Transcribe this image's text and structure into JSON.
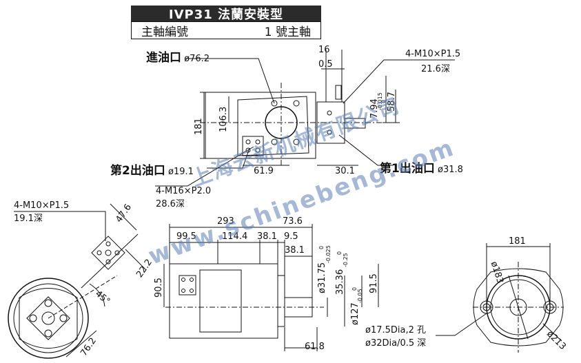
{
  "header": {
    "model": "IVP31 法蘭安裝型",
    "spindle_label": "主軸編號",
    "spindle_value": "1 號主軸"
  },
  "top_view": {
    "inlet": {
      "name": "進油口",
      "dia": "ø76.2"
    },
    "outlet2": {
      "name": "第2出油口",
      "dia": "ø19.1"
    },
    "outlet1": {
      "name": "第1出油口",
      "dia": "ø31.8"
    },
    "thread1": "4-M10×P1.5",
    "thread1_depth": "21.6深",
    "thread2": "4-M16×P2.0",
    "thread2_depth": "28.6深",
    "d16": "16",
    "d05": "0.5",
    "d181": "181",
    "d1063": "106.3",
    "d619": "61.9",
    "d301": "30.1",
    "d794": "7.94",
    "d794_tol_up": "0",
    "d794_tol_low": "-0.015",
    "d587": "58.7"
  },
  "left_view": {
    "thread": "4-M10×P1.5",
    "depth": "19.1深",
    "d476": "47.6",
    "d222": "22.2",
    "angle": "45°",
    "d762": "76.2"
  },
  "side_view": {
    "d293": "293",
    "d736": "73.6",
    "d995": "99.5",
    "d1144": "114.4",
    "d381a": "38.1",
    "d95": "9.5",
    "d381b": "38.1",
    "d905": "90.5",
    "d3175": "ø31.75",
    "d3175_tol_up": "0",
    "d3175_tol_low": "-0.025",
    "d3536": "35.36",
    "d3536_tol_up": "0",
    "d3536_tol_low": "-0.25",
    "d127": "ø127",
    "d127_tol_up": "0",
    "d127_tol_low": "-0.05",
    "d915": "91.5",
    "d618": "61.8"
  },
  "right_view": {
    "d181": "181",
    "d183": "ø183",
    "d213": "ø213",
    "hole1": "ø17.5Dia,2 孔",
    "hole2": "ø32Dia/0.5 深"
  },
  "watermark": {
    "line1": "上海云新机械有限公司",
    "line2": "www.schinebeng.com"
  }
}
